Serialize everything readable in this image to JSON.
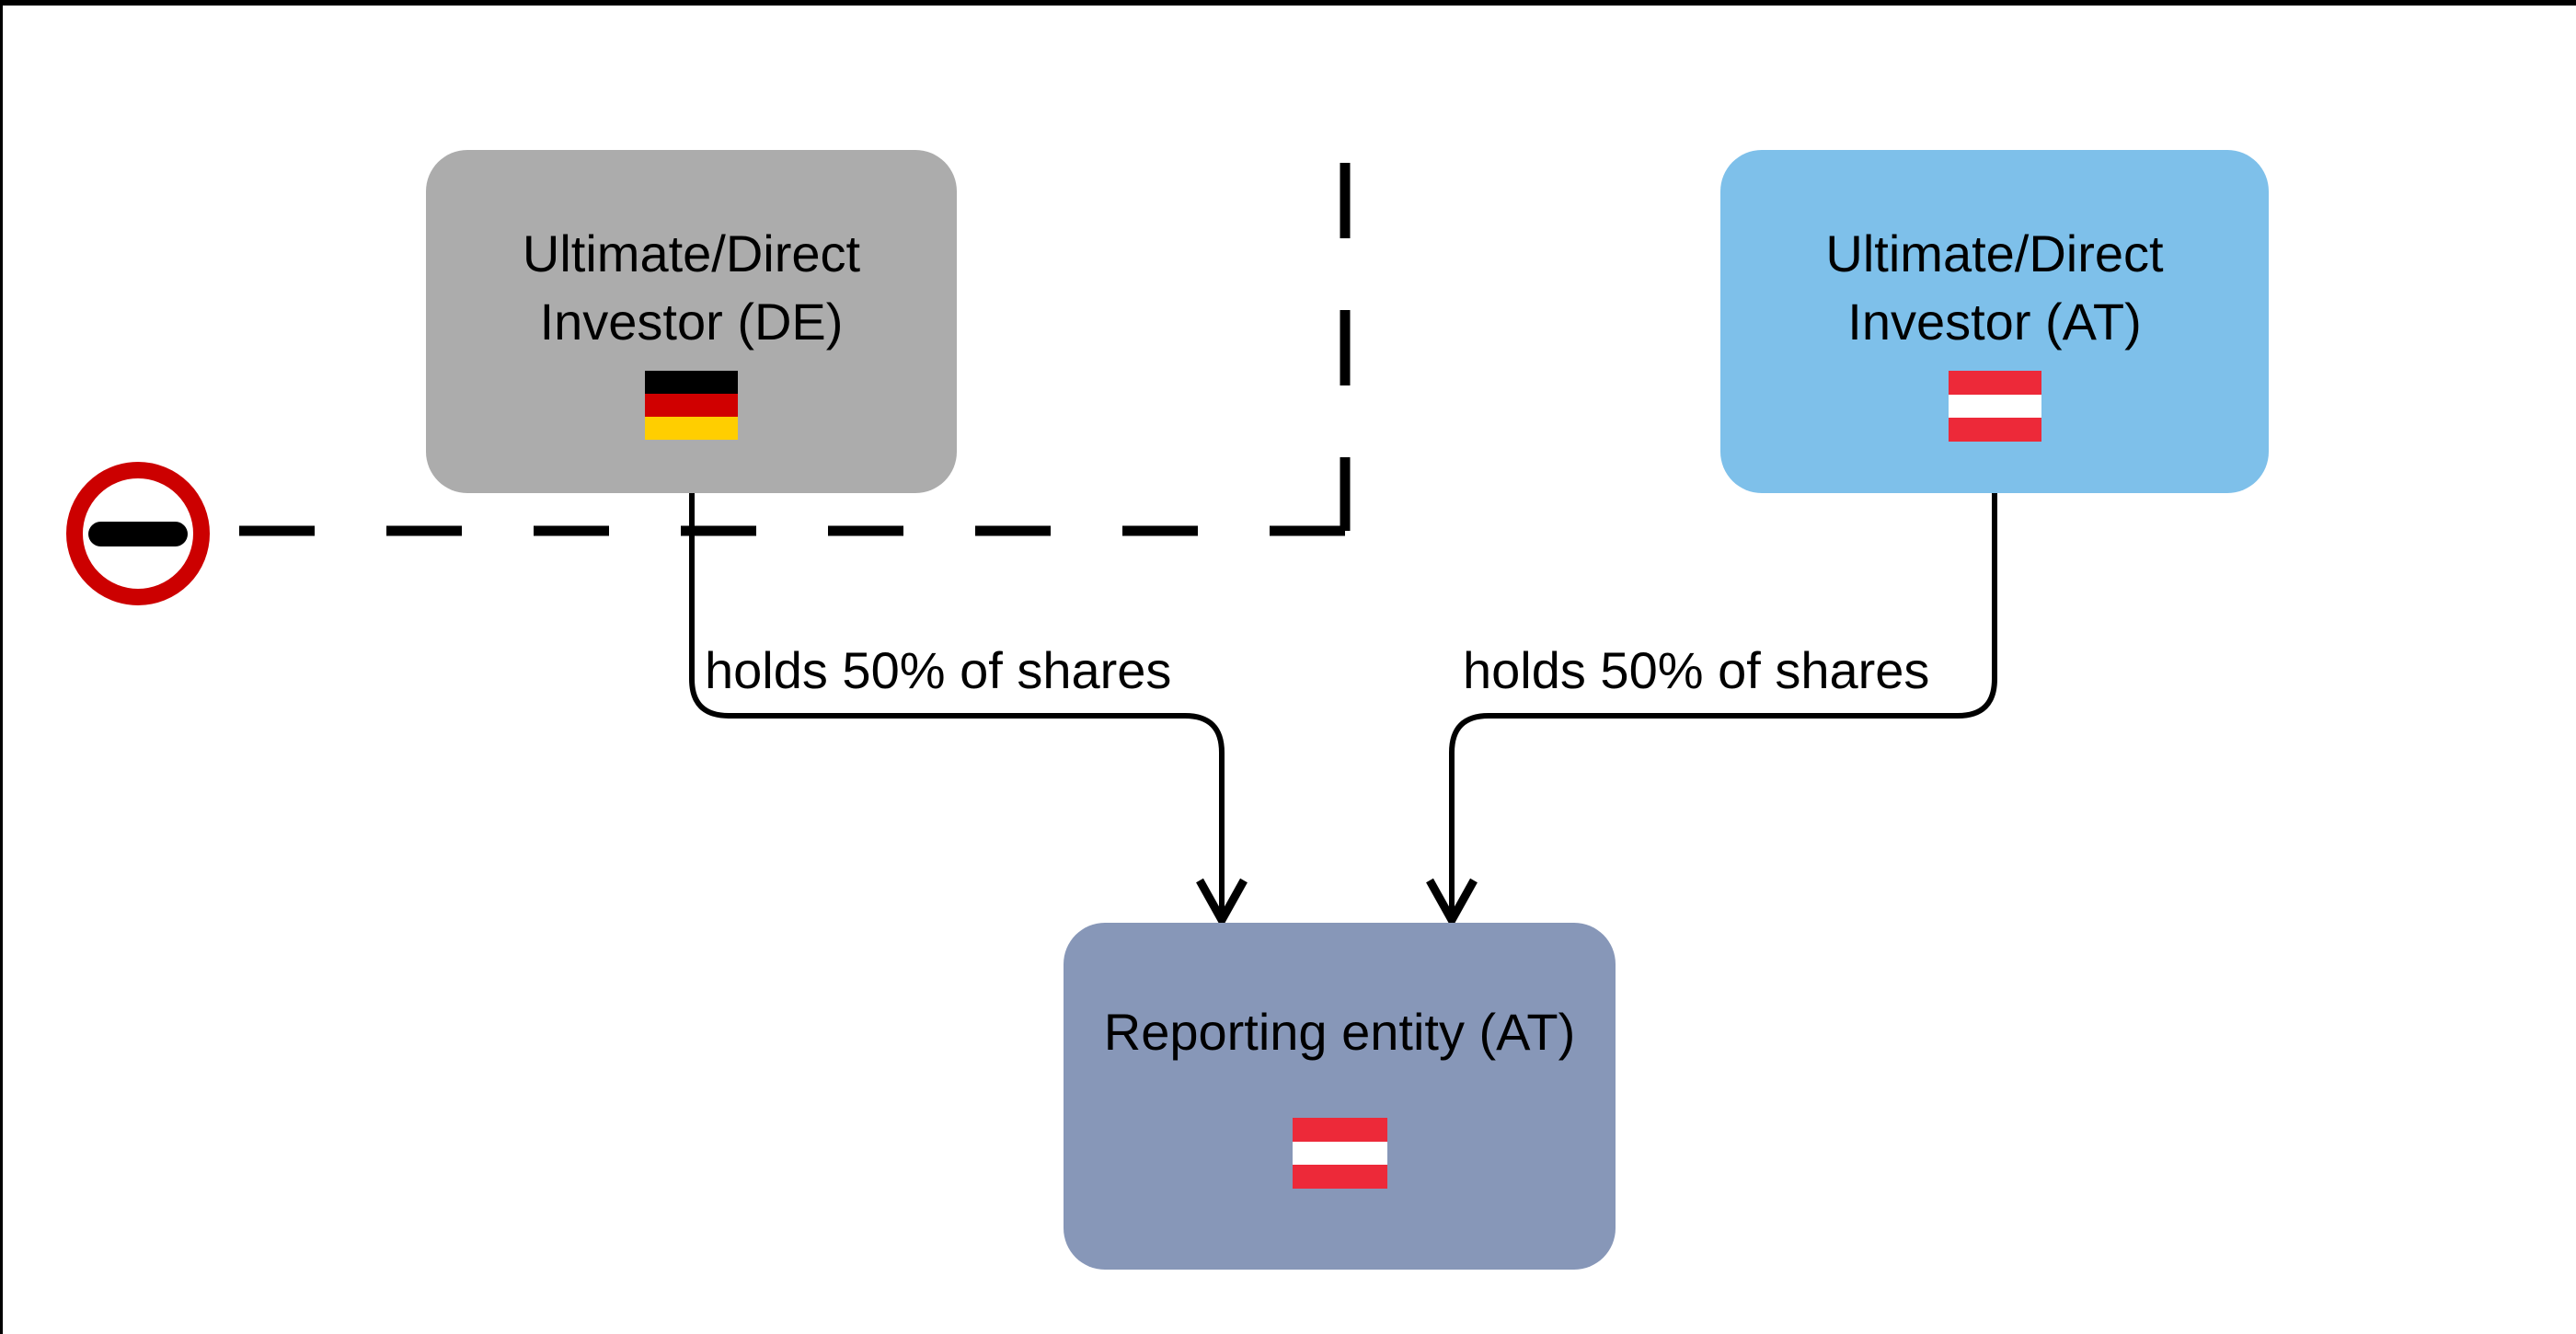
{
  "diagram": {
    "background": "#FFFFFF",
    "frame_color": "#000000",
    "line_color": "#000000",
    "nodes": {
      "investor_de": {
        "label": "Ultimate/Direct Investor (DE)",
        "fill": "#ACACAC",
        "flag": "germany"
      },
      "investor_at": {
        "label": "Ultimate/Direct Investor (AT)",
        "fill": "#7EC0EA",
        "flag": "austria"
      },
      "reporting_at": {
        "label": "Reporting entity (AT)",
        "fill": "#8797B8",
        "flag": "austria"
      }
    },
    "edges": [
      {
        "from": "investor_de",
        "to": "reporting_at",
        "label": "holds 50% of shares"
      },
      {
        "from": "investor_at",
        "to": "reporting_at",
        "label": "holds 50% of shares"
      }
    ],
    "icons": {
      "no_entry": {
        "name": "no-entry-icon",
        "ring_color": "#CC0000",
        "bar_color": "#000000"
      }
    },
    "flags": {
      "germany": {
        "stripes": [
          "#000000",
          "#D00000",
          "#FFCE00"
        ]
      },
      "austria": {
        "stripes": [
          "#ED2939",
          "#FFFFFF",
          "#ED2939"
        ]
      }
    }
  }
}
